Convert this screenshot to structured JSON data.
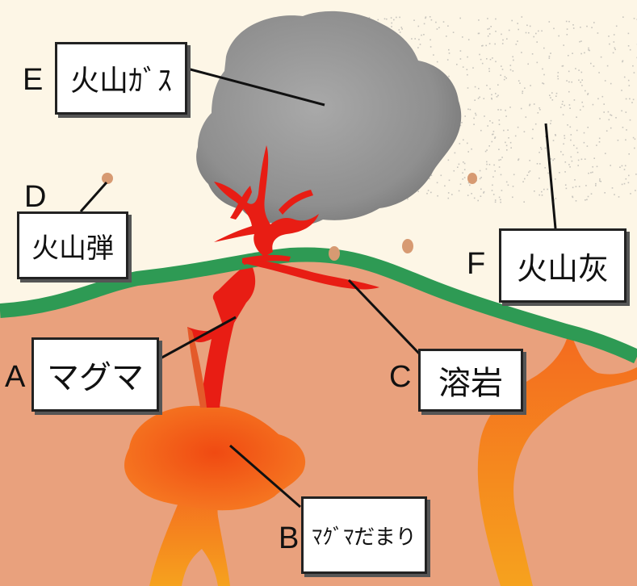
{
  "labels": {
    "A": {
      "letter": "A",
      "text": "マグマ"
    },
    "B": {
      "letter": "B",
      "text": "ﾏｸﾞﾏだまり"
    },
    "C": {
      "letter": "C",
      "text": "溶岩"
    },
    "D": {
      "letter": "D",
      "text": "火山弾"
    },
    "E": {
      "letter": "E",
      "text": "火山ｶﾞｽ"
    },
    "F": {
      "letter": "F",
      "text": "火山灰"
    }
  },
  "colors": {
    "sky": "#fdf6e6",
    "ground": "#e9a17d",
    "surface": "#2e9a54",
    "lava": "#e81d14",
    "magma_chamber": "#f46a1f",
    "smoke": "#9a9a9a",
    "bombs": "#d79a72"
  }
}
